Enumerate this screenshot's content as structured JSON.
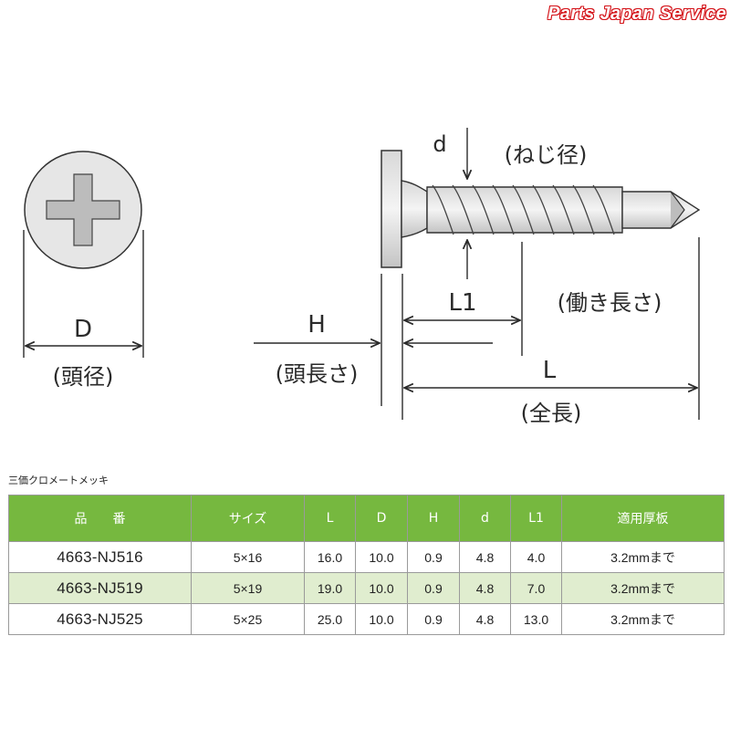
{
  "brand": "Parts Japan Service",
  "diagram": {
    "label_D": "D",
    "label_D_note": "(頭径)",
    "label_d": "d",
    "label_d_note": "(ねじ径)",
    "label_H": "H",
    "label_H_note": "(頭長さ)",
    "label_L1": "L1",
    "label_L1_note": "(働き長さ)",
    "label_L": "L",
    "label_L_note": "(全長)"
  },
  "table": {
    "caption": "三価クロメートメッキ",
    "headers": [
      "品　　番",
      "サイズ",
      "L",
      "D",
      "H",
      "d",
      "L1",
      "適用厚板"
    ],
    "rows": [
      [
        "4663-NJ516",
        "5×16",
        "16.0",
        "10.0",
        "0.9",
        "4.8",
        "4.0",
        "3.2mmまで"
      ],
      [
        "4663-NJ519",
        "5×19",
        "19.0",
        "10.0",
        "0.9",
        "4.8",
        "7.0",
        "3.2mmまで"
      ],
      [
        "4663-NJ525",
        "5×25",
        "25.0",
        "10.0",
        "0.9",
        "4.8",
        "13.0",
        "3.2mmまで"
      ]
    ]
  },
  "colors": {
    "header_green": "#76b83f",
    "alt_row": "#e0edcf",
    "brand_red": "#d4141a"
  }
}
